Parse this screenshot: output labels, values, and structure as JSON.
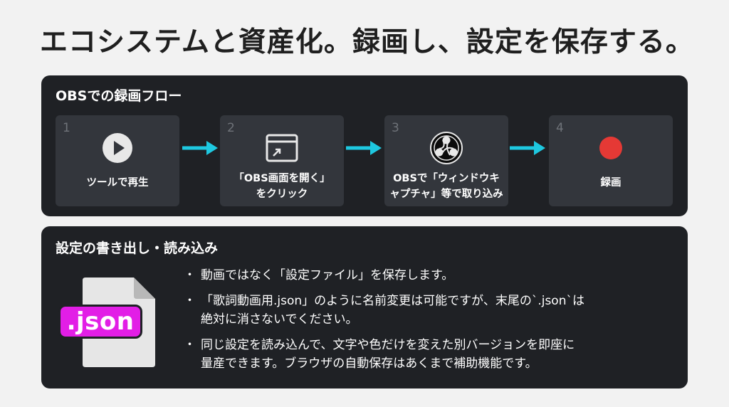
{
  "title": "エコシステムと資産化。録画し、設定を保存する。",
  "obs_flow": {
    "title": "OBSでの録画フロー",
    "steps": [
      {
        "num": "1",
        "icon": "play-icon",
        "lines": [
          "ツールで再生"
        ]
      },
      {
        "num": "2",
        "icon": "window-open-icon",
        "lines": [
          "「OBS画面を開く」",
          "をクリック"
        ]
      },
      {
        "num": "3",
        "icon": "obs-logo-icon",
        "lines": [
          "OBSで「ウィンドウキ",
          "ャプチャ」等で取り込み"
        ]
      },
      {
        "num": "4",
        "icon": "record-icon",
        "lines": [
          "録画"
        ]
      }
    ],
    "arrow_color": "#1ec8e0",
    "record_color": "#e53935"
  },
  "settings": {
    "title": "設定の書き出し・読み込み",
    "file_icon": "json-file-icon",
    "badge_text": ".json",
    "badge_color": "#e21ee6",
    "bullets": [
      [
        "動画ではなく「設定ファイル」を保存します。"
      ],
      [
        "「歌詞動画用.json」のように名前変更は可能ですが、末尾の`.json`は",
        "絶対に消さないでください。"
      ],
      [
        "同じ設定を読み込んで、文字や色だけを変えた別バージョンを即座に",
        "量産できます。ブラウザの自動保存はあくまで補助機能です。"
      ]
    ]
  }
}
